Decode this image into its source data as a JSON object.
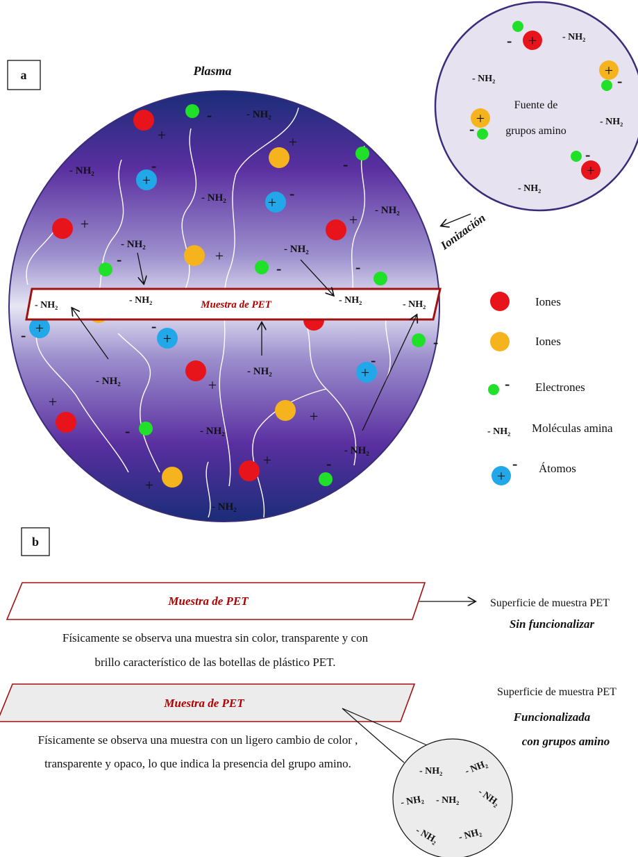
{
  "panel_a": {
    "label": "a",
    "plasma_title": "Plasma",
    "ionization": "Ionización",
    "source_label_line1": "Fuente de",
    "source_label_line2": "grupos amino",
    "pet_sample": "Muestra de PET",
    "amine": "- NH₂",
    "plus": "+",
    "minus": "-"
  },
  "legend": {
    "items": [
      {
        "label": "Iones",
        "color": "#e8141b"
      },
      {
        "label": "Iones",
        "color": "#f5b41e"
      },
      {
        "label": "Electrones",
        "color": "#20e02a"
      },
      {
        "label": "Moléculas amina",
        "symbol": "- NH₂"
      },
      {
        "label": "Átomos",
        "color": "#22a8e8"
      }
    ]
  },
  "panel_b": {
    "label": "b",
    "sample1": "Muestra de PET",
    "sample1_desc_line1": "Físicamente se observa una muestra sin color, transparente y con",
    "sample1_desc_line2": "brillo característico de las botellas de plástico PET.",
    "sample1_side_line1": "Superficie de muestra PET",
    "sample1_side_line2": "Sin funcionalizar",
    "sample2": "Muestra de PET",
    "sample2_desc_line1": "Físicamente se observa una muestra con un ligero cambio de color ,",
    "sample2_desc_line2": "transparente y opaco, lo que indica la presencia del grupo amino.",
    "sample2_side_line1": "Superficie de muestra PET",
    "sample2_side_line2": "Funcionalizada",
    "sample2_side_line3": "con grupos amino"
  }
}
